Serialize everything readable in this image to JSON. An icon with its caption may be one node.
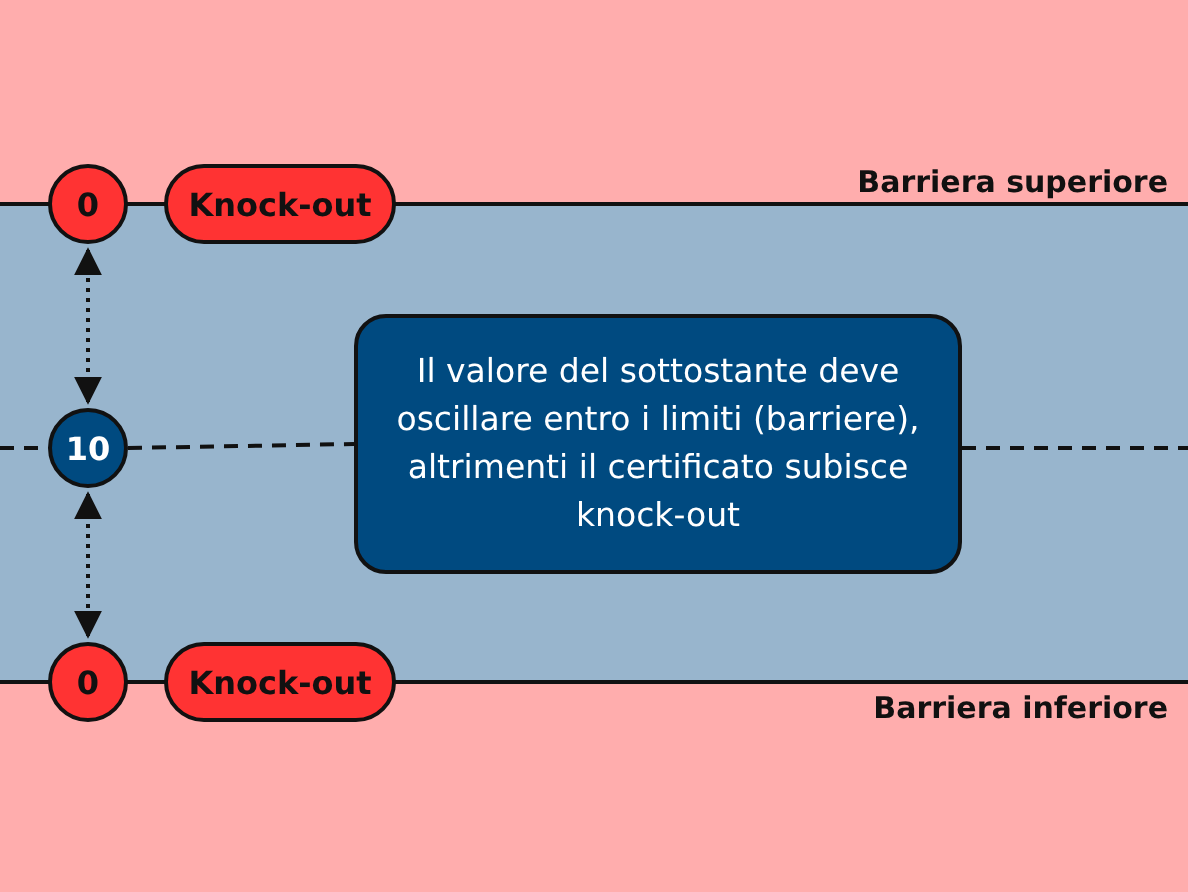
{
  "diagram": {
    "nodes": [
      {
        "text": [
          "0"
        ]
      },
      {
        "text": [
          "Knock-out"
        ]
      },
      {
        "text": [
          "10"
        ]
      },
      {
        "text": [
          "Il valore del sottostante deve oscillare entro i limiti (barriere), altrimenti il certificato subisce knock-out"
        ]
      },
      {
        "text": [
          "0"
        ]
      },
      {
        "text": [
          "Knock-out"
        ]
      }
    ],
    "edges": [
      {
        "from": 0,
        "to": 1,
        "arrow": "none"
      },
      {
        "from": 2,
        "to": 0,
        "arrow": "both",
        "style": "dashed"
      },
      {
        "from": 2,
        "to": 3,
        "arrow": "none",
        "style": "dashed"
      },
      {
        "from": 2,
        "to": 4,
        "arrow": "both",
        "style": "dashed"
      },
      {
        "from": 4,
        "to": 5,
        "arrow": "none"
      }
    ],
    "labels": [
      "Barriera superiore",
      "Barriera inferiore"
    ]
  }
}
